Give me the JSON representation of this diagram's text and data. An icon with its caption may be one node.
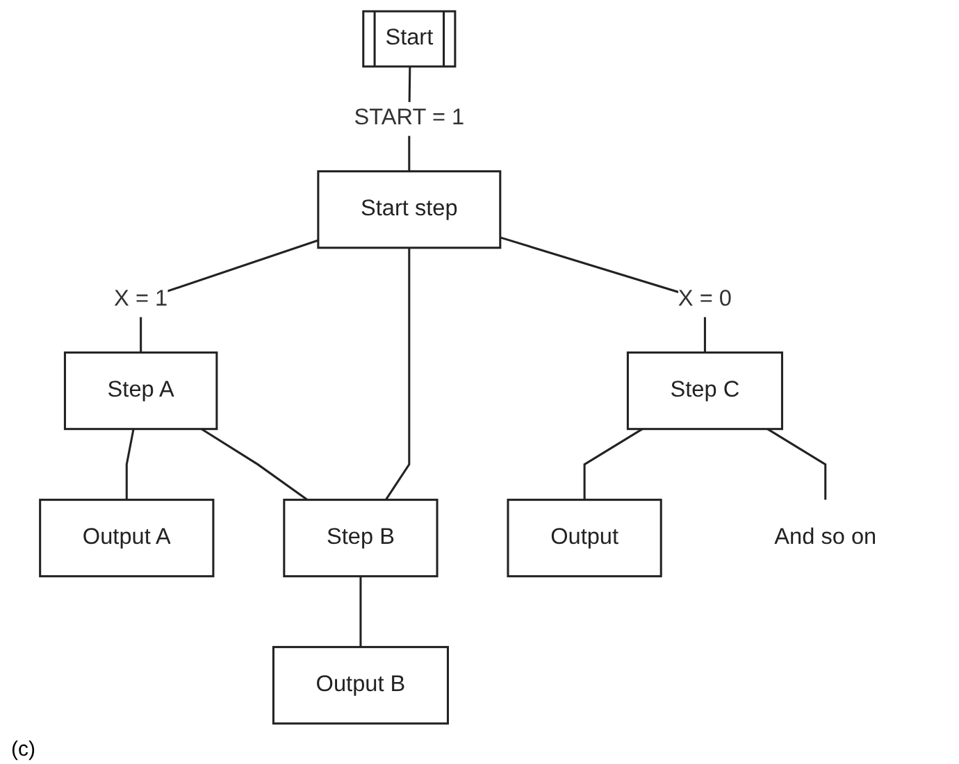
{
  "diagram": {
    "nodes": [
      {
        "text": [
          "Start"
        ]
      },
      {
        "text": [
          "Start step"
        ]
      },
      {
        "text": [
          "Step A"
        ]
      },
      {
        "text": [
          "Output A"
        ]
      },
      {
        "text": [
          "Step B"
        ]
      },
      {
        "text": [
          "Output B"
        ]
      },
      {
        "text": [
          "Step C"
        ]
      },
      {
        "text": [
          "Output"
        ]
      },
      {
        "text": [
          "And so on"
        ]
      }
    ],
    "edges": [
      {
        "from": 0,
        "to": 1,
        "arrow": "none",
        "label": "START = 1"
      },
      {
        "from": 1,
        "to": 2,
        "arrow": "none",
        "label": "X = 1"
      },
      {
        "from": 1,
        "to": 6,
        "arrow": "none",
        "label": "X = 0"
      },
      {
        "from": 2,
        "to": 3,
        "arrow": "none"
      },
      {
        "from": 2,
        "to": 4,
        "arrow": "none"
      },
      {
        "from": 4,
        "to": 5,
        "arrow": "none"
      },
      {
        "from": 6,
        "to": 7,
        "arrow": "none"
      },
      {
        "from": 6,
        "to": 8,
        "arrow": "none"
      },
      {
        "from": 4,
        "to": 1,
        "arrow": "none"
      }
    ],
    "labels": [
      "(c)"
    ]
  }
}
